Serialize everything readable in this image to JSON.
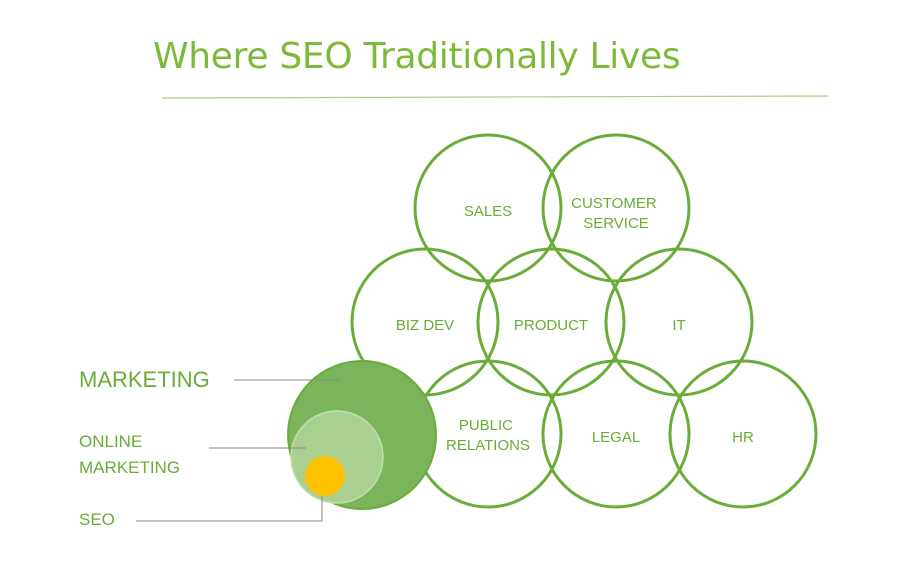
{
  "title": "Where SEO Traditionally Lives",
  "colors": {
    "accent": "#7dba3a",
    "ring": "#6aac38",
    "marketing_fill": "#7ab55b",
    "online_fill": "#a9d08e",
    "seo_fill": "#ffc000",
    "rule": "#a7cf7f",
    "leader": "#8a8a8a"
  },
  "departments": [
    {
      "id": "sales",
      "lines": [
        "SALES"
      ]
    },
    {
      "id": "customer-service",
      "lines": [
        "CUSTOMER",
        "SERVICE"
      ]
    },
    {
      "id": "biz-dev",
      "lines": [
        "BIZ DEV"
      ]
    },
    {
      "id": "product",
      "lines": [
        "PRODUCT"
      ]
    },
    {
      "id": "it",
      "lines": [
        "IT"
      ]
    },
    {
      "id": "public-relations",
      "lines": [
        "PUBLIC",
        "RELATIONS"
      ]
    },
    {
      "id": "legal",
      "lines": [
        "LEGAL"
      ]
    },
    {
      "id": "hr",
      "lines": [
        "HR"
      ]
    }
  ],
  "nested": {
    "marketing": "MARKETING",
    "online_marketing": "ONLINE MARKETING",
    "seo": "SEO"
  }
}
